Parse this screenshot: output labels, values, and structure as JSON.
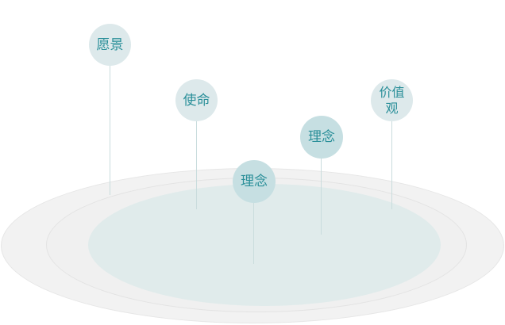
{
  "pins": {
    "vision": {
      "label": "愿景"
    },
    "mission": {
      "label": "使命"
    },
    "philosophy_center": {
      "label": "理念"
    },
    "philosophy_right": {
      "label": "理念"
    },
    "values": {
      "label": "价值观"
    }
  },
  "colors": {
    "label_text": "#2a8f99",
    "pin_light": "#dde9eb",
    "pin_dark": "#c6dfe2",
    "platform_inner": "#e0ebeb",
    "platform_outer": "#f2f2f2"
  }
}
